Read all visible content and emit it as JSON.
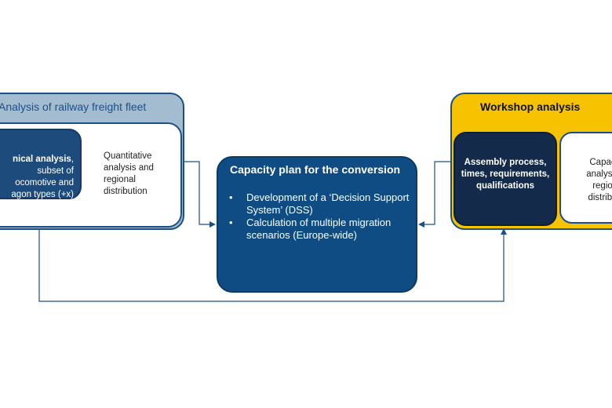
{
  "left_group": {
    "title": "Analysis of railway freight fleet",
    "tech_bold": "nical analysis",
    "tech_rest": ",",
    "tech_line2": "subset of",
    "tech_line3": "ocomotive and",
    "tech_line4": "agon types (+x)",
    "quantitative": "Quantitative analysis and regional distribution"
  },
  "center": {
    "title": "Capacity plan for the conversion",
    "bullet_symbol": "•",
    "items": [
      "Development of a ‘Decision Support System’ (DSS)",
      "Calculation of multiple migration scenarios (Europe-wide)"
    ]
  },
  "right_group": {
    "title": "Workshop analysis",
    "assembly": "Assembly process, times, requirements, qualifications",
    "capacity_line1": "Capac",
    "capacity_line2": "analysis",
    "capacity_line3": "regio",
    "capacity_line4": "distribu"
  },
  "colors": {
    "navy": "#1d4f86",
    "dark_blue": "#0e4c83",
    "light_blue_grey": "#a3bccf",
    "yellow": "#f7c300",
    "midnight": "#132a4a"
  }
}
